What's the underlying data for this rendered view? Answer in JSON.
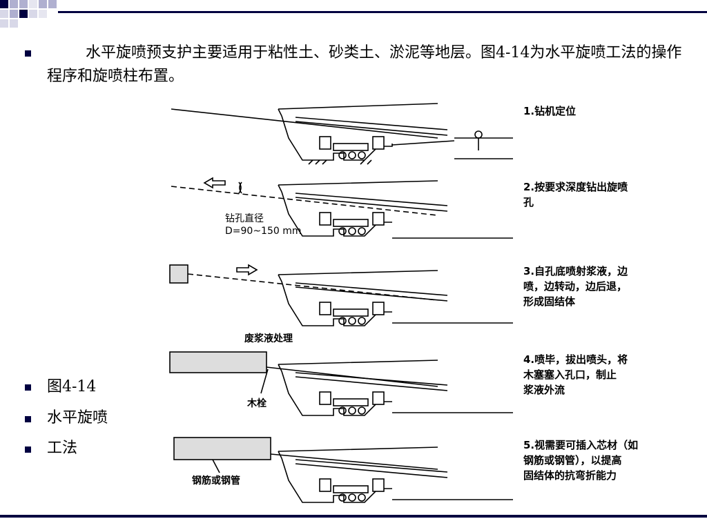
{
  "slide": {
    "paragraph": "水平旋喷预支护主要适用于粘性土、砂类土、淤泥等地层。图4-14为水平旋喷工法的操作程序和旋喷柱布置。",
    "list": [
      "图4-14",
      "水平旋喷",
      "工法"
    ]
  },
  "figure": {
    "steps": [
      "1.钻机定位",
      "2.按要求深度钻出旋喷\n孔",
      "3.自孔底喷射浆液，边\n喷，边转动，边后退，\n形成固结体",
      "4.喷毕，拔出喷头，将\n木塞塞入孔口，制止\n浆液外流",
      "5.视需要可插入芯材（如\n钢筋或钢管），以提高\n固结体的抗弯折能力"
    ],
    "labels": {
      "diameter": "钻孔直径\nD=90~150 mm",
      "waste": "废浆液处理",
      "plug": "木栓",
      "rebar": "钢筋或钢管"
    }
  },
  "colors": {
    "accent": "#000040",
    "deco_light": "#b0b0d0"
  }
}
